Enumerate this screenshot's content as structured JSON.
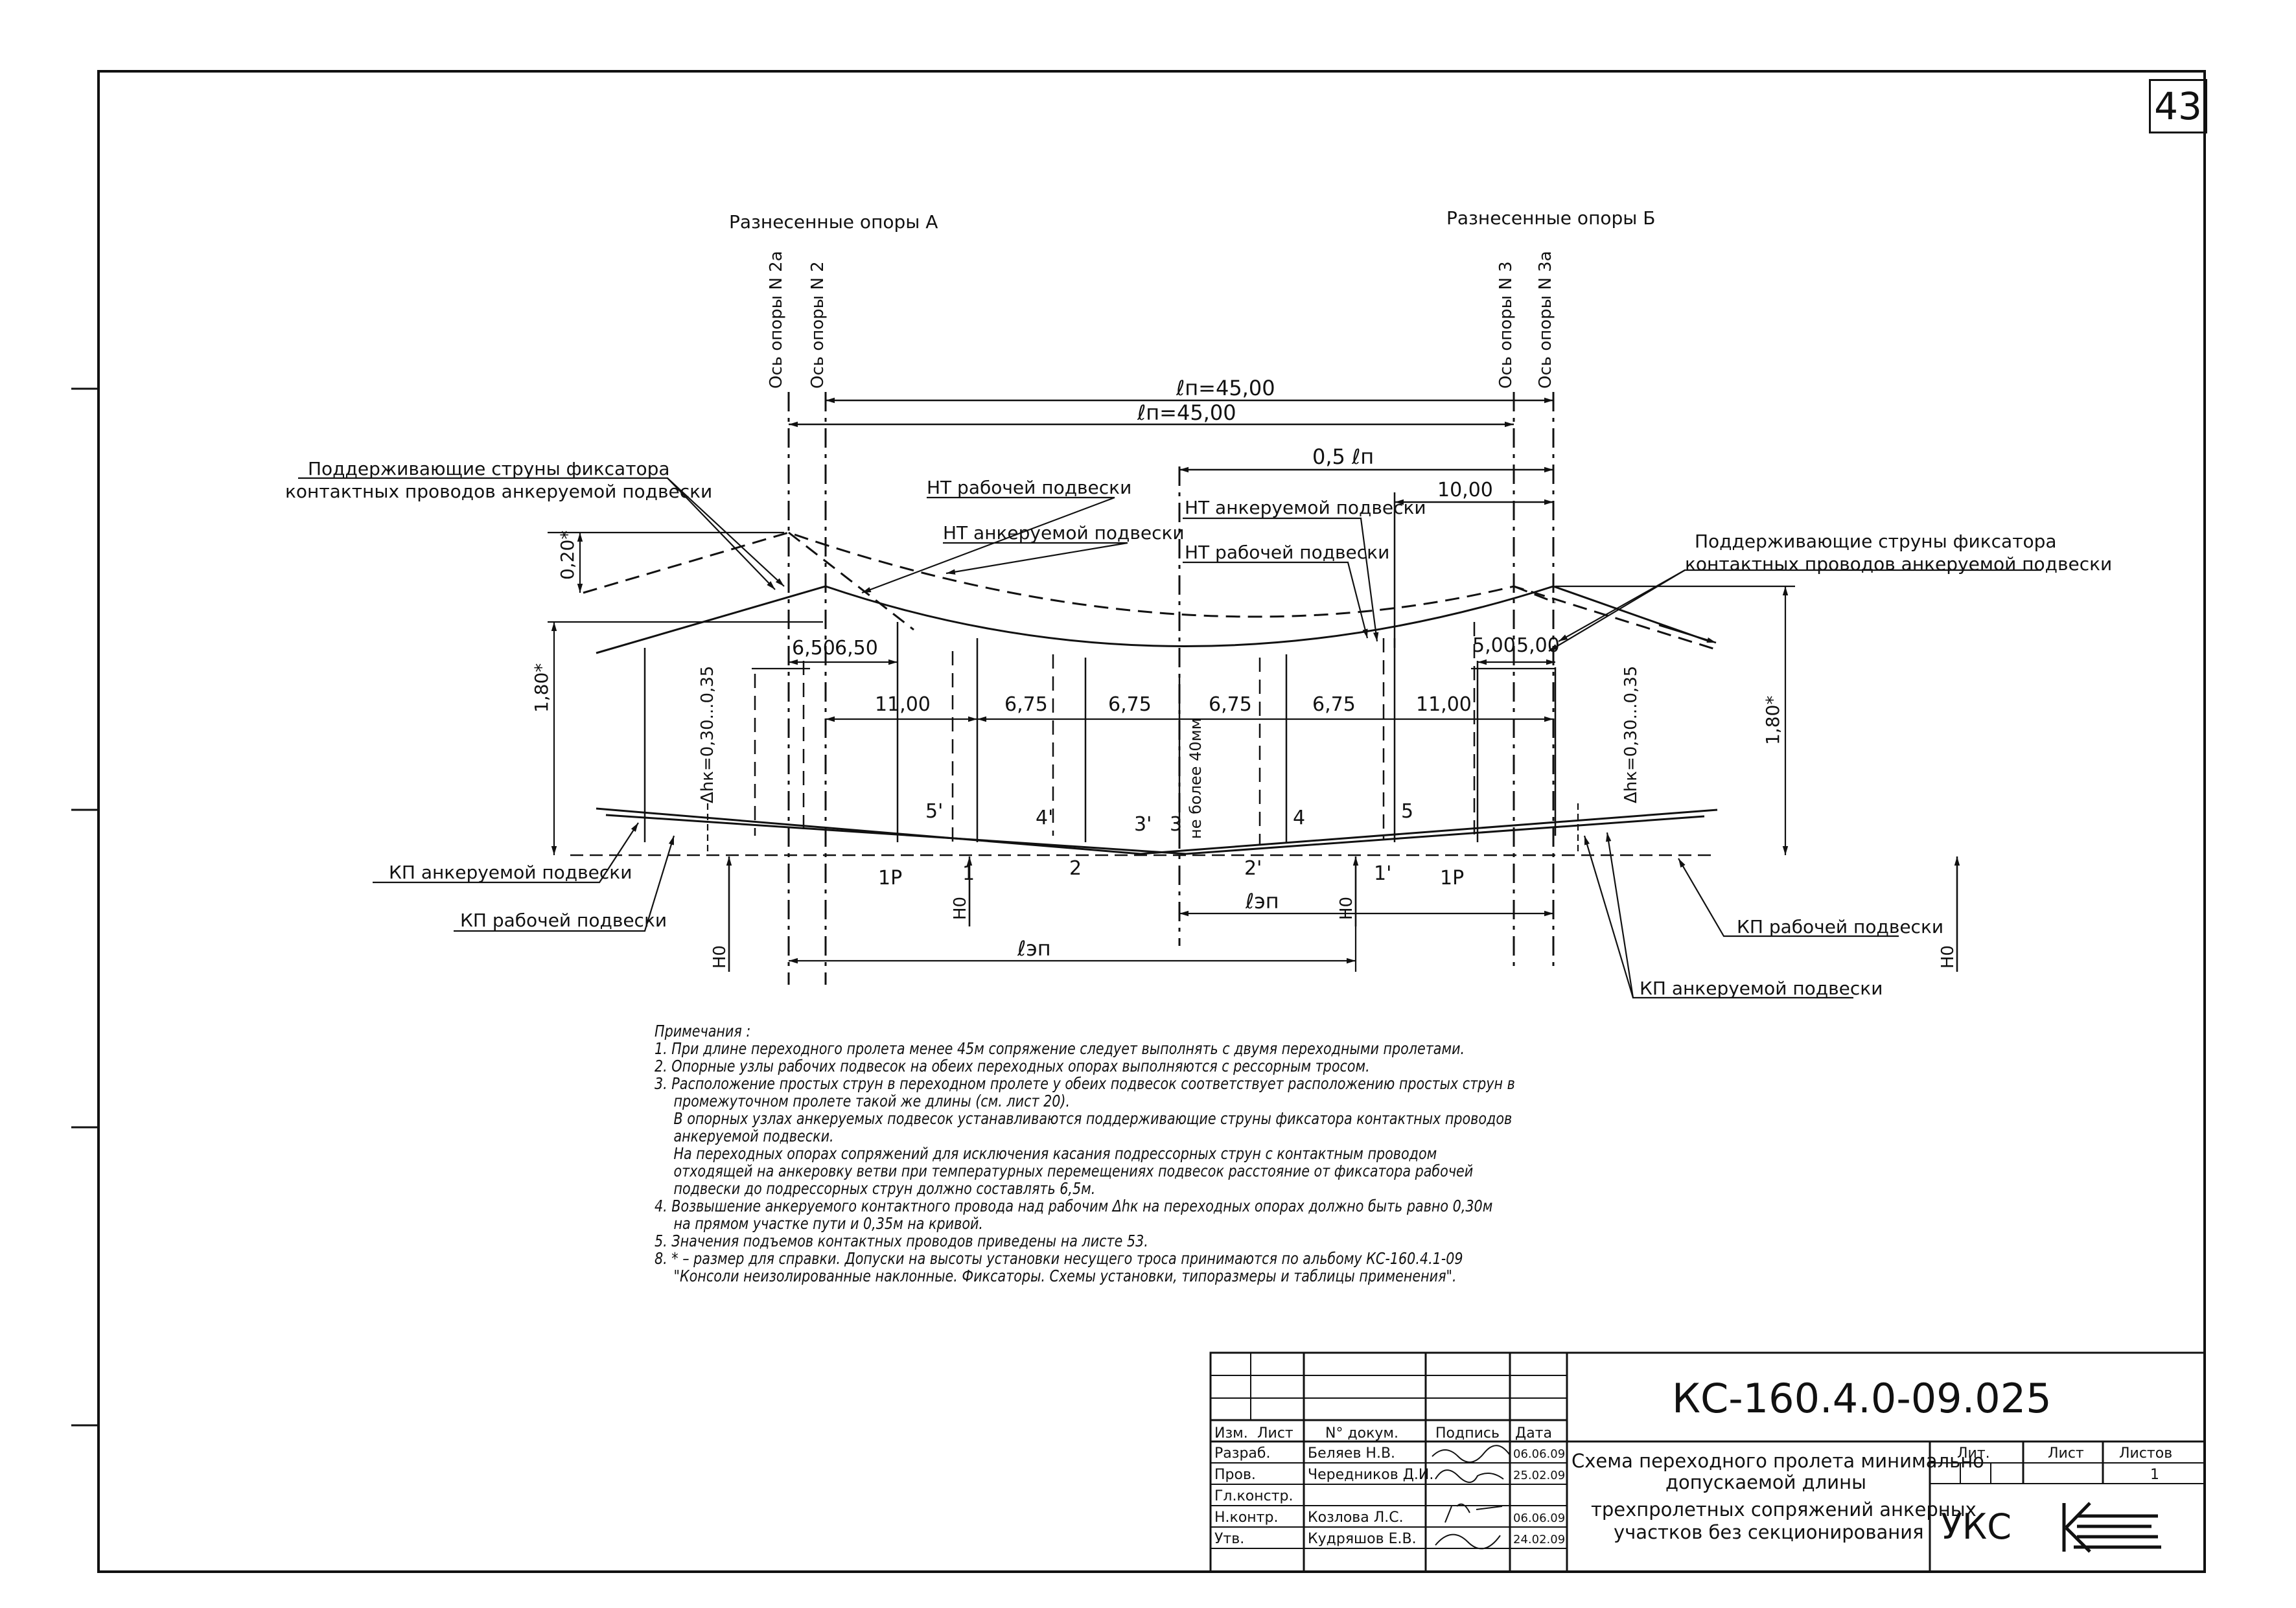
{
  "sheet_number": "43",
  "labels": {
    "supports_a": "Разнесенные опоры А",
    "supports_b": "Разнесенные опоры Б",
    "axis_2a": "Ось опоры N 2а",
    "axis_2": "Ось опоры N 2",
    "axis_3": "Ось опоры N 3",
    "axis_3a": "Ось опоры N 3а",
    "span_upper": "ℓп=45,00",
    "span_lower": "ℓп=45,00",
    "half_span": "0,5 ℓп",
    "dim_10": "10,00",
    "support_strings_left_1": "Поддерживающие струны фиксатора",
    "support_strings_left_2": "контактных проводов анкеруемой подвески",
    "support_strings_right_1": "Поддерживающие струны фиксатора",
    "support_strings_right_2": "контактных проводов анкеруемой подвески",
    "nt_working_left": "НТ рабочей подвески",
    "nt_anchored_left": "НТ анкеруемой подвески",
    "nt_anchored_mid": "НТ анкеруемой подвески",
    "nt_working_mid": "НТ рабочей подвески",
    "dim_020": "0,20*",
    "dim_180_left": "1,80*",
    "dim_180_right": "1,80*",
    "dh_left": "Δhк=0,30...0,35",
    "dh_right": "Δhк=0,30...0,35",
    "dim_650_a": "6,50",
    "dim_650_b": "6,50",
    "dim_500_a": "5,00",
    "dim_500_b": "5,00",
    "dim_1100_left": "11,00",
    "dim_675_1": "6,75",
    "dim_675_2": "6,75",
    "dim_675_3": "6,75",
    "dim_675_4": "6,75",
    "dim_1100_right": "11,00",
    "not_more_40": "не более 40мм",
    "pt_5p": "5'",
    "pt_4p": "4'",
    "pt_3p": "3'",
    "pt_3": "3",
    "pt_4": "4",
    "pt_5": "5",
    "pt_1P_left": "1Р",
    "pt_1": "1",
    "pt_2": "2",
    "pt_2p": "2'",
    "pt_1p": "1'",
    "pt_1P_right": "1Р",
    "kp_anchored_left": "КП анкеруемой подвески",
    "kp_working_left": "КП рабочей подвески",
    "kp_working_right": "КП рабочей подвески",
    "kp_anchored_right": "КП анкеруемой подвески",
    "l_en_right": "ℓэп",
    "l_en_left": "ℓэп",
    "h0": "Н0"
  },
  "notes": [
    "Примечания :",
    "1. При длине переходного пролета менее 45м сопряжение следует выполнять с двумя переходными пролетами.",
    "2. Опорные узлы рабочих подвесок на обеих переходных опорах выполняются с рессорным тросом.",
    "3. Расположение простых струн в переходном пролете у обеих подвесок соответствует расположению простых струн в",
    "промежуточном пролете такой же длины (см. лист 20).",
    "В опорных узлах анкеруемых подвесок устанавливаются поддерживающие струны фиксатора контактных проводов",
    "анкеруемой подвески.",
    "На переходных опорах сопряжений для исключения касания подрессорных струн с контактным проводом",
    "отходящей на анкеровку ветви при температурных перемещениях подвесок расстояние от фиксатора рабочей",
    "подвески до подрессорных струн должно составлять 6,5м.",
    "4. Возвышение анкеруемого контактного провода над рабочим   Δhк  на переходных опорах должно быть равно 0,30м",
    "на прямом участке пути и 0,35м на кривой.",
    "5. Значения подъемов контактных проводов приведены на листе 53.",
    "8. * – размер для справки. Допуски на высоты установки несущего троса принимаются по альбому КС-160.4.1-09",
    "\"Консоли неизолированные наклонные. Фиксаторы. Схемы установки, типоразмеры и таблицы применения\"."
  ],
  "title_block": {
    "doc_code": "КС-160.4.0-09.025",
    "col_izm": "Изм.",
    "col_list": "Лист",
    "col_doc": "N° докум.",
    "col_sign": "Подпись",
    "col_date": "Дата",
    "rows": [
      {
        "role": "Разраб.",
        "name": "Беляев Н.В.",
        "date": "06.06.09"
      },
      {
        "role": "Пров.",
        "name": "Чередников Д.И.",
        "date": "25.02.09"
      },
      {
        "role": "Гл.констр.",
        "name": "",
        "date": ""
      },
      {
        "role": "Н.контр.",
        "name": "Козлова Л.С.",
        "date": "06.06.09"
      },
      {
        "role": "Утв.",
        "name": "Кудряшов Е.В.",
        "date": "24.02.09"
      }
    ],
    "title_lines": [
      "Схема переходного пролета минимально",
      "допускаемой длины",
      "трехпролетных сопряжений анкерных",
      "участков без секционирования"
    ],
    "lit": "Лит.",
    "sheet": "Лист",
    "sheets": "Листов",
    "sheets_value": "1",
    "org": "УКС"
  }
}
